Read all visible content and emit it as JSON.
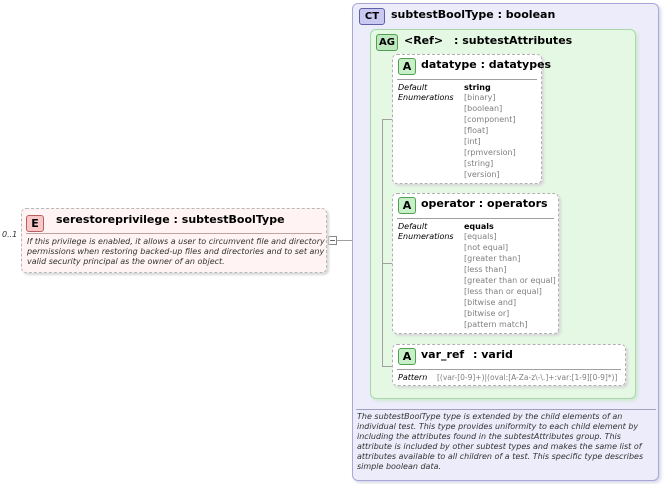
{
  "element": {
    "badge": "E",
    "title": "serestoreprivilege : subtestBoolType",
    "cardinality": "0..1",
    "description": "If this privilege is enabled, it allows a user to circumvent file and directory permissions when restoring backed-up files and directories and to set any valid security principal as the owner of an object."
  },
  "complex_type": {
    "badge": "CT",
    "title": "subtestBoolType : boolean",
    "description": "The subtestBoolType type is extended by the child elements of an individual test.  This type provides uniformity to each child element by including the attributes found in the subtestAttributes group.  This attribute is included by other subtest types and makes the same list of attributes available to all children of a test.  This specific type describes simple boolean data."
  },
  "attribute_group": {
    "badge": "AG",
    "ref": "<Ref>",
    "name": ": subtestAttributes"
  },
  "attributes": [
    {
      "badge": "A",
      "title": "datatype : datatypes",
      "default_label": "Default",
      "default_value": "string",
      "enum_label": "Enumerations",
      "enumerations": [
        "[binary]",
        "[boolean]",
        "[component]",
        "[float]",
        "[int]",
        "[rpmversion]",
        "[string]",
        "[version]"
      ]
    },
    {
      "badge": "A",
      "title": "operator : operators",
      "default_label": "Default",
      "default_value": "equals",
      "enum_label": "Enumerations",
      "enumerations": [
        "[equals]",
        "[not equal]",
        "[greater than]",
        "[less than]",
        "[greater than or equal]",
        "[less than or equal]",
        "[bitwise and]",
        "[bitwise or]",
        "[pattern match]"
      ]
    },
    {
      "badge": "A",
      "name": "var_ref",
      "type": ": varid",
      "pattern_label": "Pattern",
      "pattern_value": "[(var-[0-9]+)|(oval:[A-Za-z\\-\\.]+:var:[1-9][0-9]*)]"
    }
  ]
}
